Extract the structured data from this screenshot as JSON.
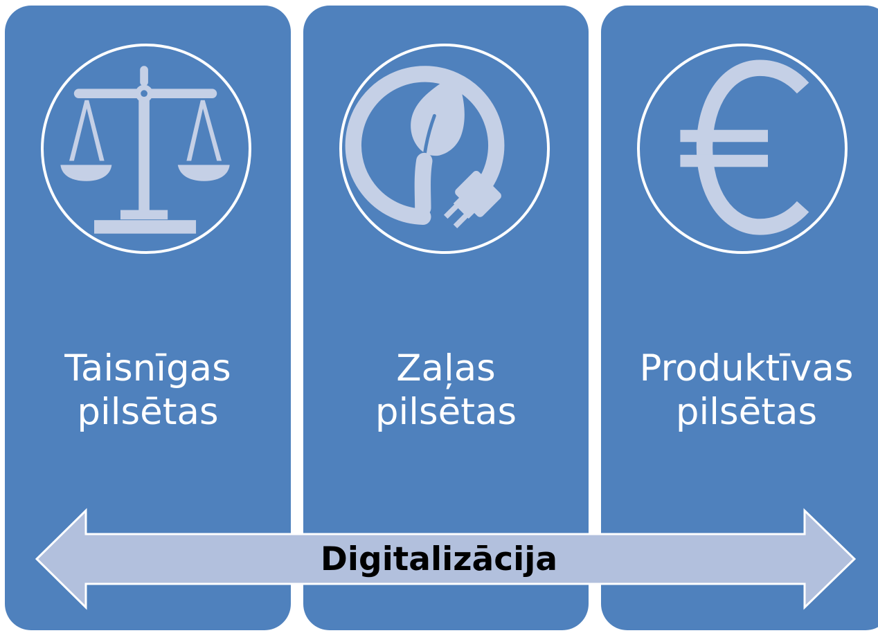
{
  "colors": {
    "panel": "#4f81bd",
    "icon": "#c5d0e6",
    "arrow_fill": "#b2c0dd",
    "outline": "#ffffff",
    "caption_text": "#ffffff",
    "arrow_text": "#000000"
  },
  "pillars": [
    {
      "icon": "scales-icon",
      "line1": "Taisnīgas",
      "line2": "pilsētas"
    },
    {
      "icon": "leaf-plug-icon",
      "line1": "Zaļas",
      "line2": "pilsētas"
    },
    {
      "icon": "euro-icon",
      "line1": "Produktīvas",
      "line2": "pilsētas"
    }
  ],
  "arrow": {
    "label": "Digitalizācija"
  }
}
